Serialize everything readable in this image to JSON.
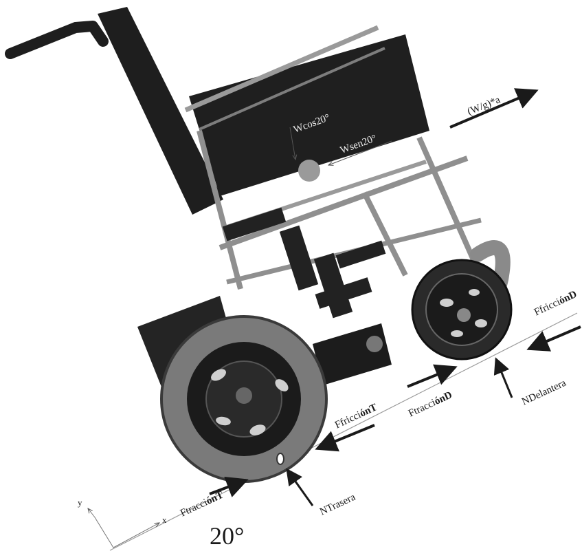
{
  "labels": {
    "inertia": "(W/g)*a",
    "wcos": "Wcos20°",
    "wsen": "Wsen20°",
    "ffriccion_d_prefix": "Ffricci",
    "ffriccion_d_bold": "ónD",
    "ndelantera": "NDelantera",
    "ftraccion_d_prefix": "Ftracci",
    "ftraccion_d_bold": "ónD",
    "ffriccion_t_prefix": "Ffricci",
    "ffriccion_t_bold": "ónT",
    "ftraccion_t_prefix": "Ftracci",
    "ftraccion_t_bold": "ónT",
    "ntrasera": "NTrasera",
    "angle": "20°",
    "axis_x": "x",
    "axis_y": "y"
  },
  "colors": {
    "ink": "#1a1a1a",
    "frame_dark": "#1e1e1e",
    "frame_gray": "#8f8f8f",
    "tire_gray": "#7a7a7a",
    "cg_gray": "#9a9a9a"
  }
}
